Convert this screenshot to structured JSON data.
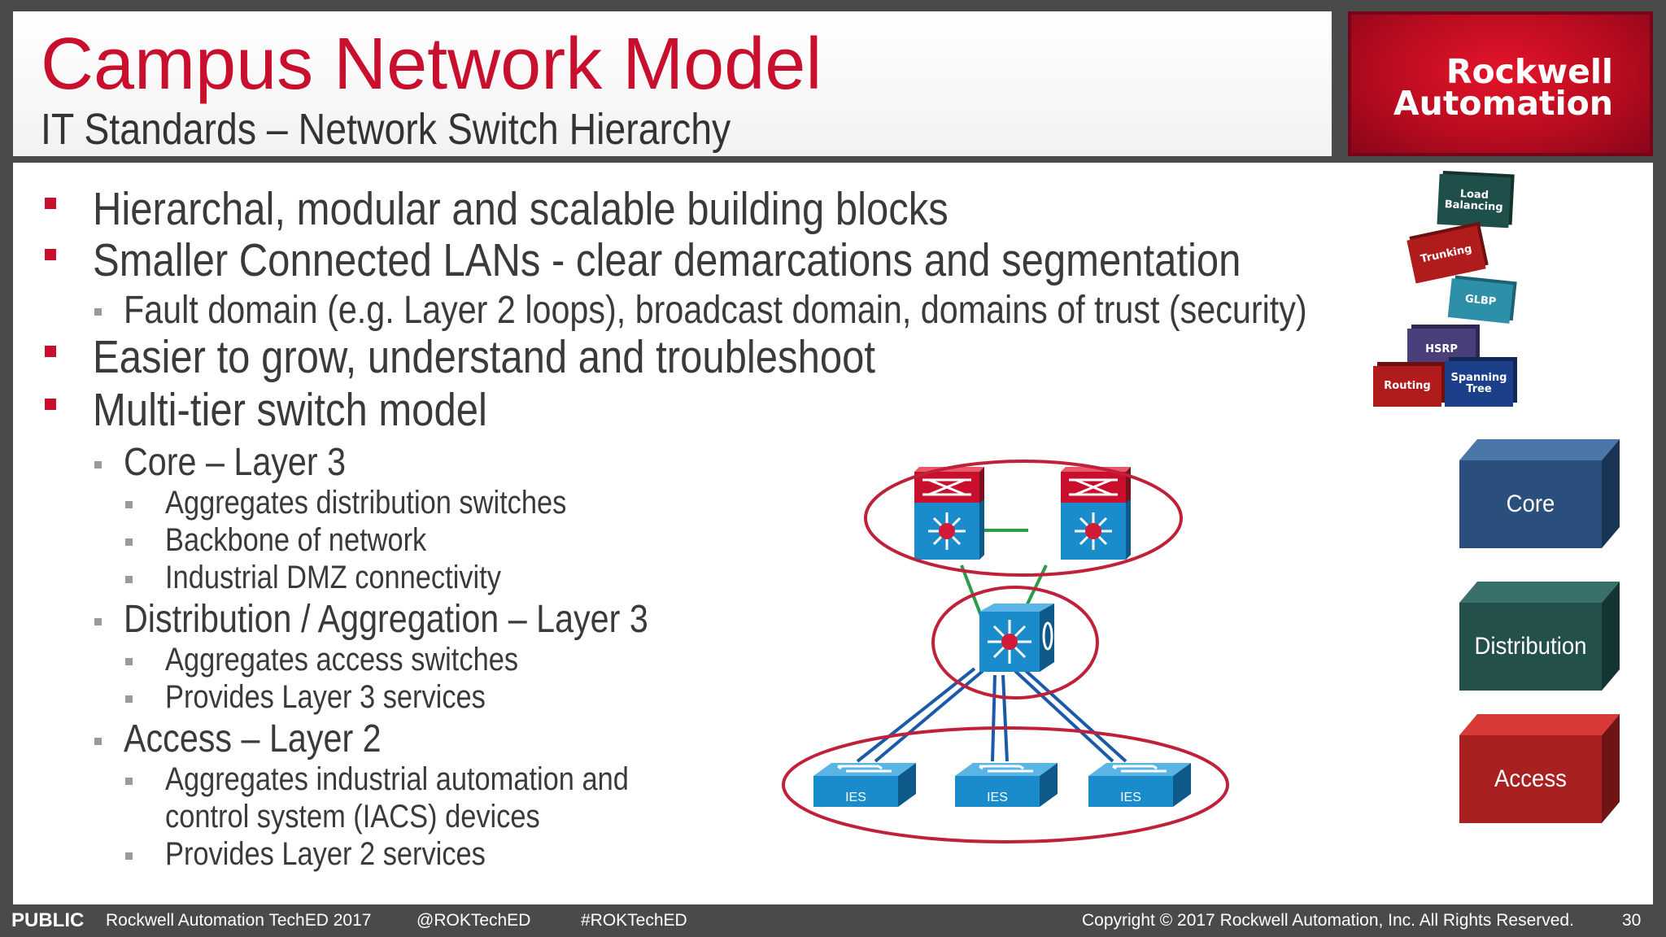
{
  "header": {
    "title": "Campus Network Model",
    "subtitle": "IT Standards – Network Switch Hierarchy"
  },
  "logo": {
    "line1": "Rockwell",
    "line2": "Automation"
  },
  "bullets": [
    {
      "level": 1,
      "text": "Hierarchal, modular and scalable building blocks"
    },
    {
      "level": 1,
      "text": "Smaller Connected LANs - clear demarcations and segmentation"
    },
    {
      "level": 2,
      "text": "Fault domain (e.g. Layer 2 loops), broadcast domain, domains of trust (security)"
    },
    {
      "level": 1,
      "text": "Easier to grow, understand and troubleshoot"
    },
    {
      "level": 1,
      "text": "Multi-tier switch model"
    },
    {
      "level": 2,
      "text": "Core – Layer 3"
    },
    {
      "level": 3,
      "text": "Aggregates distribution switches"
    },
    {
      "level": 3,
      "text": "Backbone of network"
    },
    {
      "level": 3,
      "text": "Industrial DMZ connectivity"
    },
    {
      "level": 2,
      "text": "Distribution / Aggregation – Layer 3"
    },
    {
      "level": 3,
      "text": "Aggregates access switches"
    },
    {
      "level": 3,
      "text": "Provides Layer 3 services"
    },
    {
      "level": 2,
      "text": "Access – Layer 2"
    },
    {
      "level": 3,
      "text": "Aggregates industrial automation and"
    },
    {
      "level": 0,
      "text": "control system (IACS) devices"
    },
    {
      "level": 3,
      "text": "Provides Layer 2 services"
    }
  ],
  "stack_blocks": [
    {
      "label": "Load Balancing",
      "color": "#1f4f4a"
    },
    {
      "label": "Trunking",
      "color": "#b01c1c"
    },
    {
      "label": "GLBP",
      "color": "#2e8fa8"
    },
    {
      "label": "HSRP",
      "color": "#4a3f7a"
    },
    {
      "label": "Routing",
      "color": "#b01c1c"
    },
    {
      "label": "Spanning Tree",
      "color": "#1c3f8a"
    }
  ],
  "tiers": [
    {
      "label": "Core",
      "color": "#2a4f7c"
    },
    {
      "label": "Distribution",
      "color": "#24504c"
    },
    {
      "label": "Access",
      "color": "#a8201f"
    }
  ],
  "diagram": {
    "access_labels": [
      "IES",
      "IES",
      "IES"
    ],
    "ring_color": "#c0213a",
    "link_color": "#1a5aa8",
    "core_link_color": "#2e9b4a"
  },
  "footer": {
    "classification": "PUBLIC",
    "event": "Rockwell Automation TechED 2017",
    "handle": "@ROKTechED",
    "hashtag": "#ROKTechED",
    "copyright": "Copyright © 2017 Rockwell Automation, Inc. All Rights Reserved.",
    "page": "30"
  }
}
